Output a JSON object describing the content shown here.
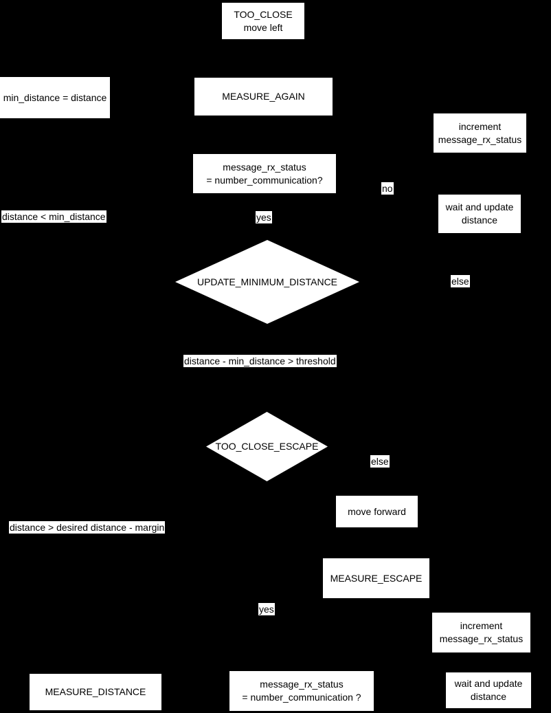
{
  "diagram": {
    "title": "TOO_CLOSE state machine flowchart",
    "colors": {
      "background": "#000000",
      "node_fill": "#ffffff",
      "node_text": "#000000"
    },
    "nodes": {
      "too_close": {
        "line1": "TOO_CLOSE",
        "line2": "move left"
      },
      "min_distance_assign": {
        "line1": "min_distance = distance"
      },
      "measure_again": {
        "line1": "MEASURE_AGAIN"
      },
      "increment_rx_top": {
        "line1": "increment",
        "line2": "message_rx_status"
      },
      "rx_equals_comm_top": {
        "line1": "message_rx_status",
        "line2": "= number_communication?"
      },
      "wait_update_top": {
        "line1": "wait and update",
        "line2": "distance"
      },
      "update_minimum_distance": {
        "line1": "UPDATE_MINIMUM_DISTANCE"
      },
      "too_close_escape": {
        "line1": "TOO_CLOSE_ESCAPE"
      },
      "move_forward": {
        "line1": "move forward"
      },
      "measure_escape": {
        "line1": "MEASURE_ESCAPE"
      },
      "increment_rx_bottom": {
        "line1": "increment",
        "line2": "message_rx_status"
      },
      "measure_distance": {
        "line1": "MEASURE_DISTANCE"
      },
      "rx_equals_comm_bottom": {
        "line1": "message_rx_status",
        "line2": "= number_communication ?"
      },
      "wait_update_bottom": {
        "line1": "wait and update",
        "line2": "distance"
      }
    },
    "edge_labels": {
      "no": "no",
      "distance_lt_min": "distance < min_distance",
      "yes_top": "yes",
      "else_top": "else",
      "distance_minus_min": "distance - min_distance > threshold",
      "else_bottom": "else",
      "distance_gt_desired": "distance > desired distance - margin",
      "yes_bottom": "yes"
    }
  }
}
